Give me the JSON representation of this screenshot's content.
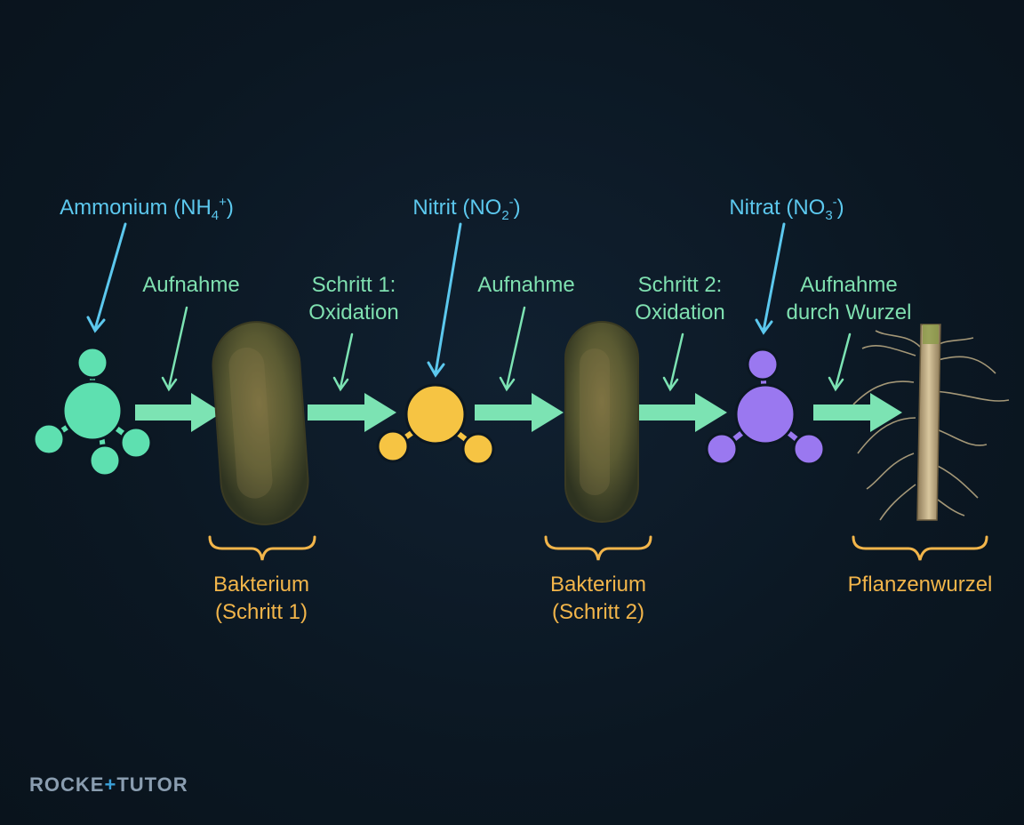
{
  "labels": {
    "ammonium": {
      "text": "Ammonium (NH",
      "sub": "4",
      "sup": "+",
      "close": ")"
    },
    "nitrit": {
      "text": "Nitrit (NO",
      "sub": "2",
      "sup": "-",
      "close": ")"
    },
    "nitrat": {
      "text": "Nitrat (NO",
      "sub": "3",
      "sup": "-",
      "close": ")"
    },
    "aufnahme1": "Aufnahme",
    "schritt1": [
      "Schritt 1:",
      "Oxidation"
    ],
    "aufnahme2": "Aufnahme",
    "schritt2": [
      "Schritt 2:",
      "Oxidation"
    ],
    "aufnahme3": [
      "Aufnahme",
      "durch Wurzel"
    ],
    "bakterium1": [
      "Bakterium",
      "(Schritt 1)"
    ],
    "bakterium2": [
      "Bakterium",
      "(Schritt 2)"
    ],
    "wurzel": "Pflanzenwurzel"
  },
  "logo": {
    "part1": "ROCKE",
    "plus": "+",
    "part2": "TUTOR"
  },
  "colors": {
    "ammonium": "#5ee0b0",
    "nitrit": "#f6c443",
    "nitrat": "#9a78f0",
    "arrow": "#7ce3b3",
    "blue": "#5cc8ee",
    "orange": "#f2b54a"
  }
}
